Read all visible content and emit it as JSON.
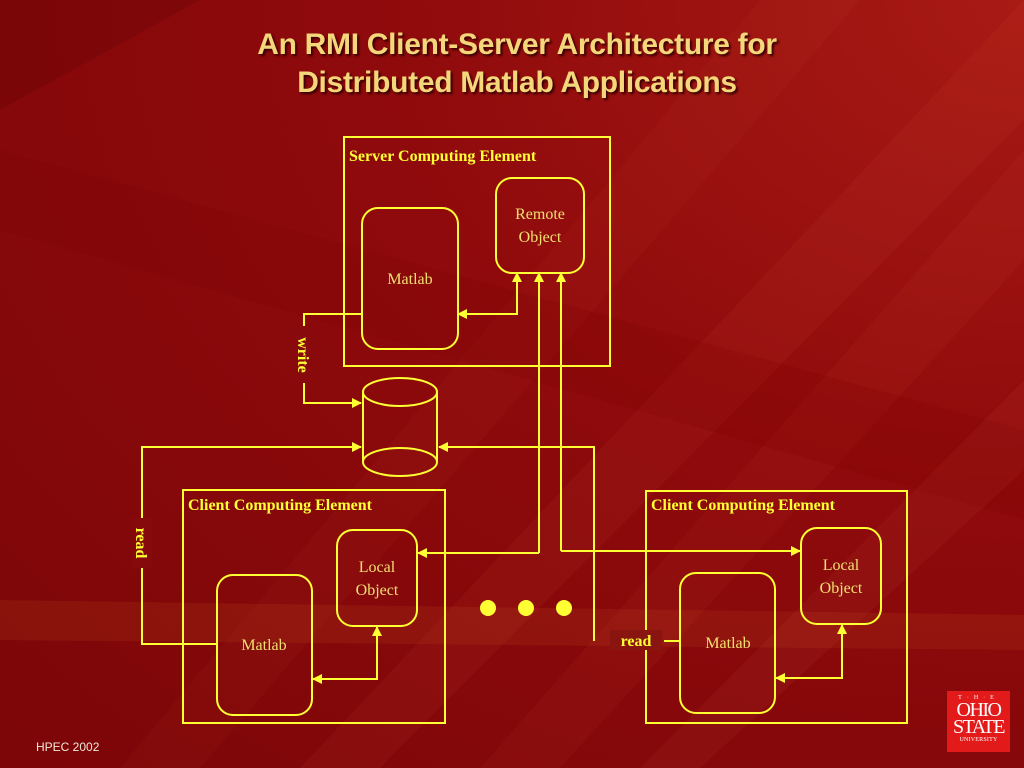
{
  "slide": {
    "title_line1": "An RMI Client-Server Architecture for",
    "title_line2": "Distributed Matlab Applications",
    "footer": "HPEC 2002",
    "colors": {
      "background": "#8e0a0e",
      "diagram_stroke": "#ffff33",
      "title": "#f3d77a",
      "logo_red": "#e21a1a"
    }
  },
  "logo": {
    "the": "T·H·E",
    "ohio": "OHIO",
    "state": "STATE",
    "university": "UNIVERSITY"
  },
  "diagram": {
    "server": {
      "label": "Server Computing Element",
      "matlab": "Matlab",
      "remote_object_line1": "Remote",
      "remote_object_line2": "Object"
    },
    "client_left": {
      "label": "Client Computing Element",
      "matlab": "Matlab",
      "local_object_line1": "Local",
      "local_object_line2": "Object"
    },
    "client_right": {
      "label": "Client Computing Element",
      "matlab": "Matlab",
      "local_object_line1": "Local",
      "local_object_line2": "Object"
    },
    "edge_labels": {
      "write": "write",
      "read_left": "read",
      "read_right": "read"
    },
    "ellipsis_icon": "more-clients-dots",
    "storage_icon": "database-cylinder"
  }
}
